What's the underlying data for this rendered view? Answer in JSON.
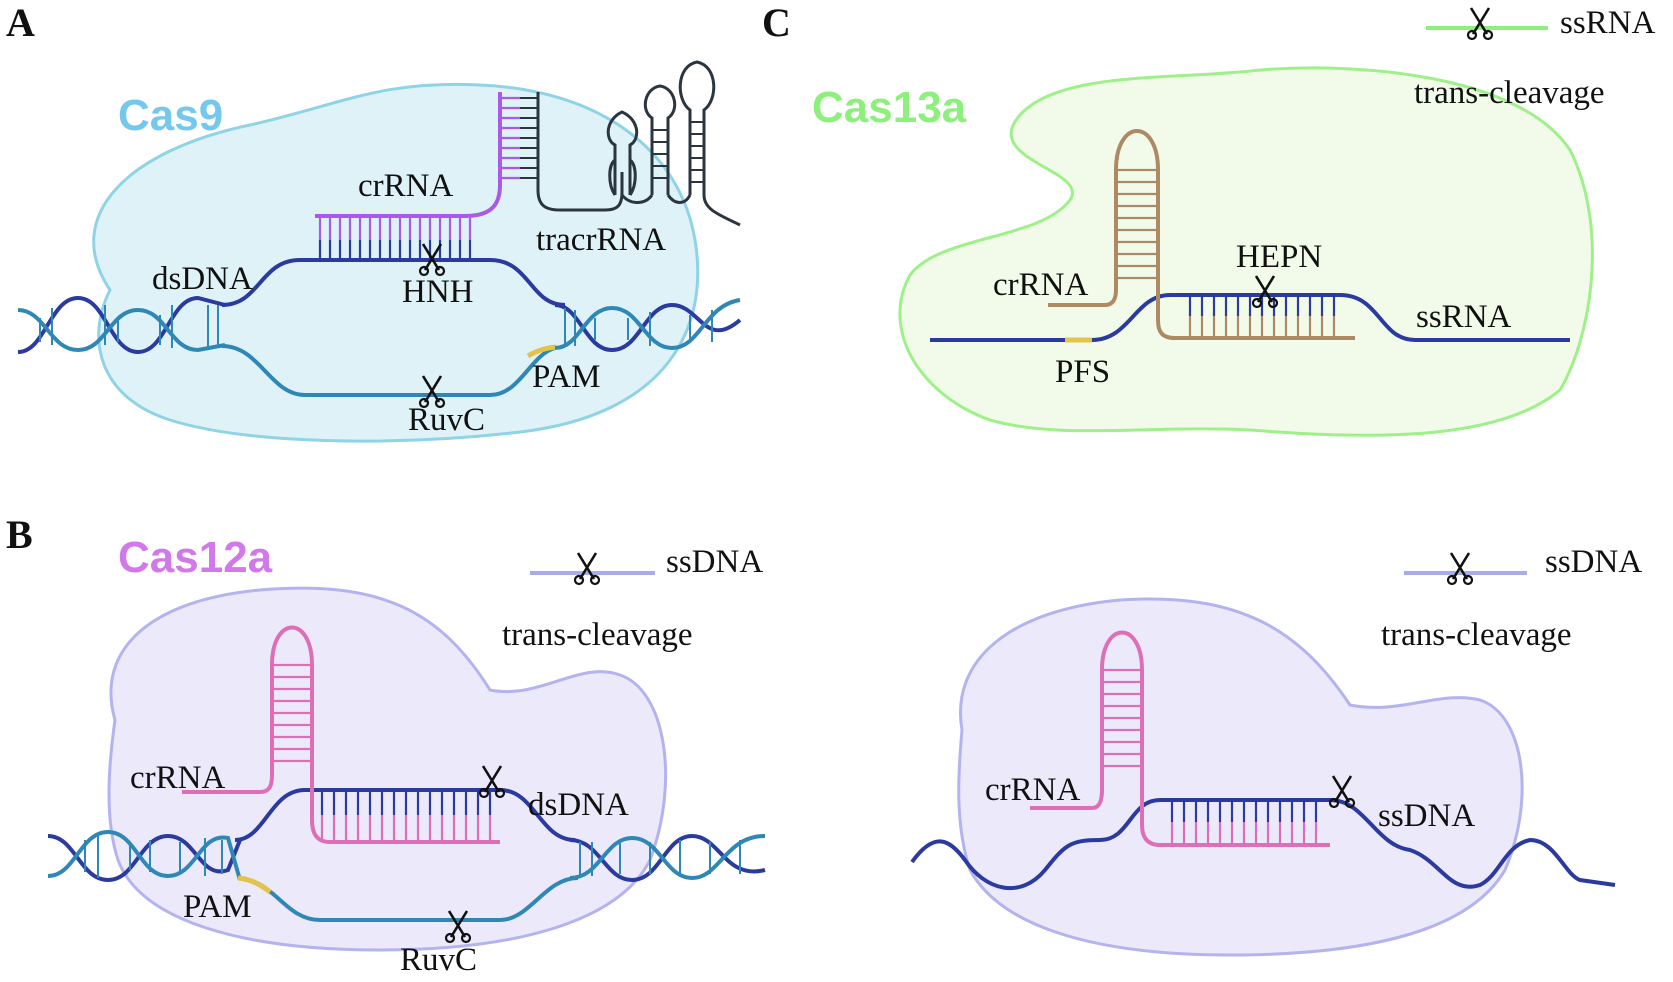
{
  "panels": {
    "a": {
      "letter": "A",
      "protein": "Cas9",
      "labels": {
        "crrna": "crRNA",
        "tracrrna": "tracrRNA",
        "dsdna": "dsDNA",
        "hnh": "HNH",
        "pam": "PAM",
        "ruvc": "RuvC"
      }
    },
    "b": {
      "letter": "B",
      "protein": "Cas12a",
      "labels": {
        "substrate": "ssDNA",
        "trans": "trans-cleavage",
        "crrna": "crRNA",
        "dsdna": "dsDNA",
        "pam": "PAM",
        "ruvc": "RuvC"
      }
    },
    "c": {
      "letter": "C",
      "protein": "Cas13a",
      "labels": {
        "substrate": "ssRNA",
        "trans": "trans-cleavage",
        "crrna": "crRNA",
        "hepn": "HEPN",
        "ssrna": "ssRNA",
        "pfs": "PFS"
      }
    },
    "d": {
      "labels": {
        "substrate": "ssDNA",
        "trans": "trans-cleavage",
        "crrna": "crRNA",
        "ssdna": "ssDNA"
      }
    }
  },
  "colors": {
    "cas9_body": "#dff2f8",
    "cas9_outline": "#8fd3e6",
    "cas9_title": "#74c8ee",
    "cas12a_body": "#ece9fb",
    "cas12a_outline": "#b3b3ef",
    "cas12a_title": "#d179e8",
    "cas13a_body": "#f2fbea",
    "cas13a_outline": "#9ef089",
    "cas13a_title": "#8ef07c",
    "target_strand": "#2a3a9e",
    "non_target_strand": "#2f87b5",
    "crrna_cas9": "#a95ae8",
    "crrna_cas12a": "#dc6fb6",
    "crrna_cas13a": "#ad8a64",
    "pam_pfs": "#e2c44a",
    "ssrna_reporter": "#8df07a",
    "ssdna_reporter": "#a8acee"
  },
  "icons": [
    "scissors-icon"
  ]
}
